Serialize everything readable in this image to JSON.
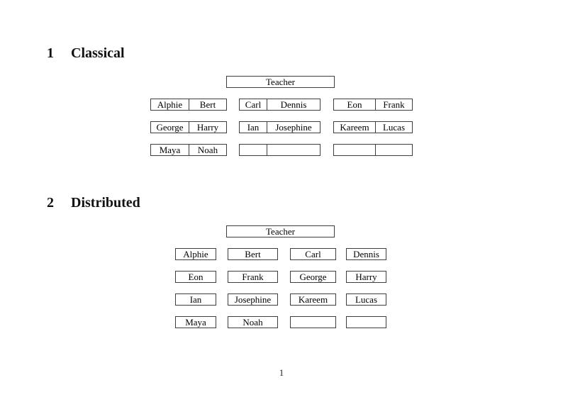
{
  "page_number": "1",
  "classical": {
    "heading_number": "1",
    "heading_title": "Classical",
    "teacher_label": "Teacher",
    "desks": [
      {
        "left": "Alphie",
        "right": "Bert"
      },
      {
        "left": "Carl",
        "right": "Dennis"
      },
      {
        "left": "Eon",
        "right": "Frank"
      },
      {
        "left": "George",
        "right": "Harry"
      },
      {
        "left": "Ian",
        "right": "Josephine"
      },
      {
        "left": "Kareem",
        "right": "Lucas"
      },
      {
        "left": "Maya",
        "right": "Noah"
      },
      {
        "left": "",
        "right": ""
      },
      {
        "left": "",
        "right": ""
      }
    ]
  },
  "distributed": {
    "heading_number": "2",
    "heading_title": "Distributed",
    "teacher_label": "Teacher",
    "seats": [
      "Alphie",
      "Bert",
      "Carl",
      "Dennis",
      "Eon",
      "Frank",
      "George",
      "Harry",
      "Ian",
      "Josephine",
      "Kareem",
      "Lucas",
      "Maya",
      "Noah",
      "",
      ""
    ]
  }
}
